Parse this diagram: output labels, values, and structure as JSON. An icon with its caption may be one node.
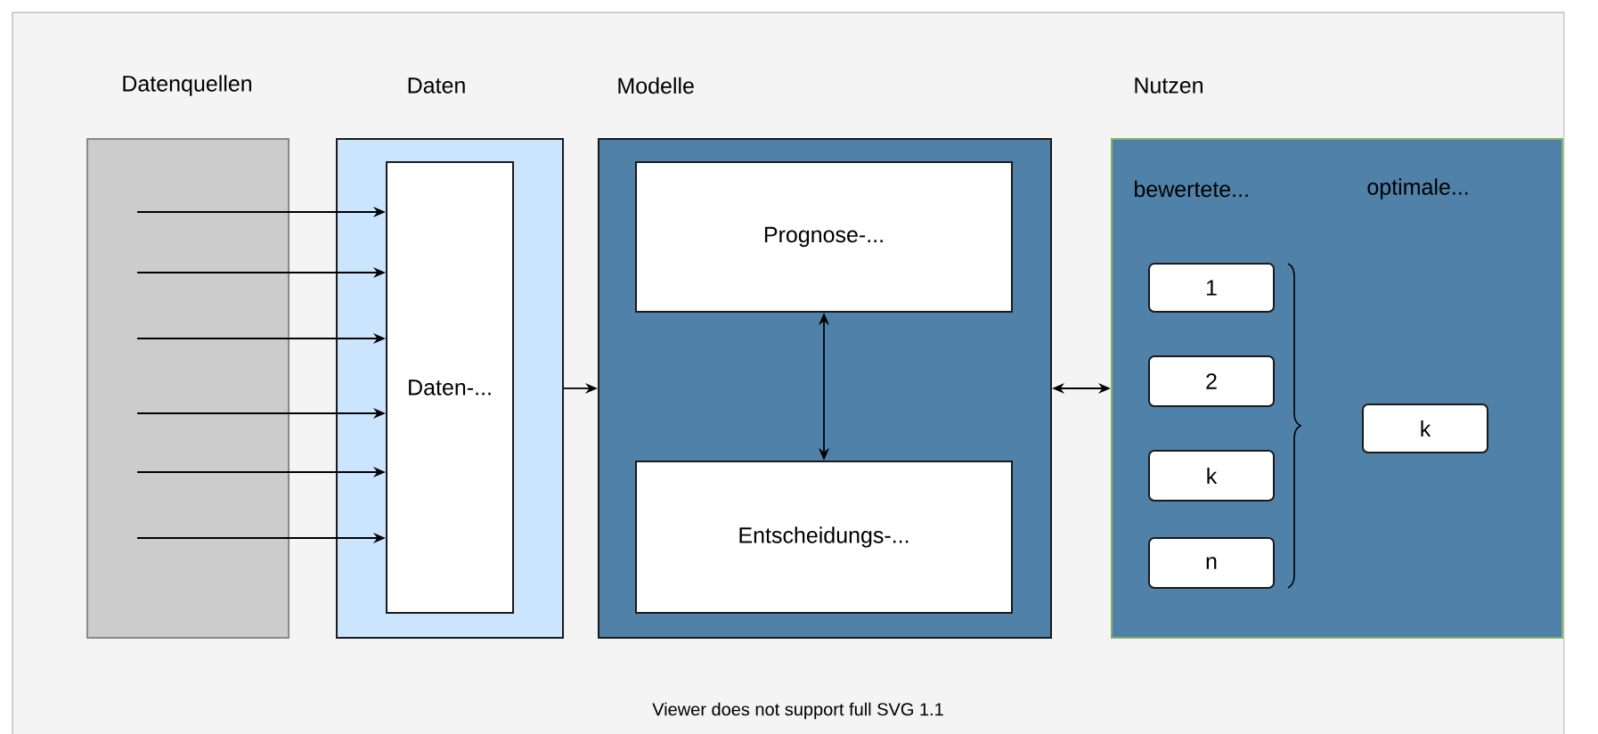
{
  "diagram": {
    "nodes": [
      {
        "text": [
          "Datenquellen"
        ]
      },
      {
        "text": [
          "Daten"
        ]
      },
      {
        "text": [
          "Daten-..."
        ],
        "in": 1
      },
      {
        "text": [
          "Modelle"
        ]
      },
      {
        "text": [
          "Prognose-..."
        ],
        "in": 3
      },
      {
        "text": [
          "Entscheidungs-..."
        ],
        "in": 3
      },
      {
        "text": [
          "Nutzen",
          "bewertete...",
          "optimale..."
        ]
      },
      {
        "text": [
          "1"
        ],
        "in": 6
      },
      {
        "text": [
          "2"
        ],
        "in": 6
      },
      {
        "text": [
          "k"
        ],
        "in": 6
      },
      {
        "text": [
          "n"
        ],
        "in": 6
      },
      {
        "text": [
          "k"
        ],
        "in": 6
      }
    ],
    "edges": [
      {
        "from": 0,
        "to": 2,
        "arrow": "to"
      },
      {
        "from": 0,
        "to": 2,
        "arrow": "to"
      },
      {
        "from": 0,
        "to": 2,
        "arrow": "to"
      },
      {
        "from": 0,
        "to": 2,
        "arrow": "to"
      },
      {
        "from": 0,
        "to": 2,
        "arrow": "to"
      },
      {
        "from": 0,
        "to": 2,
        "arrow": "to"
      },
      {
        "from": 1,
        "to": 3,
        "arrow": "to"
      },
      {
        "from": 4,
        "to": 5,
        "arrow": "both"
      },
      {
        "from": 3,
        "to": 6,
        "arrow": "both"
      }
    ],
    "labels": [
      "Viewer does not support full SVG 1.1"
    ]
  }
}
